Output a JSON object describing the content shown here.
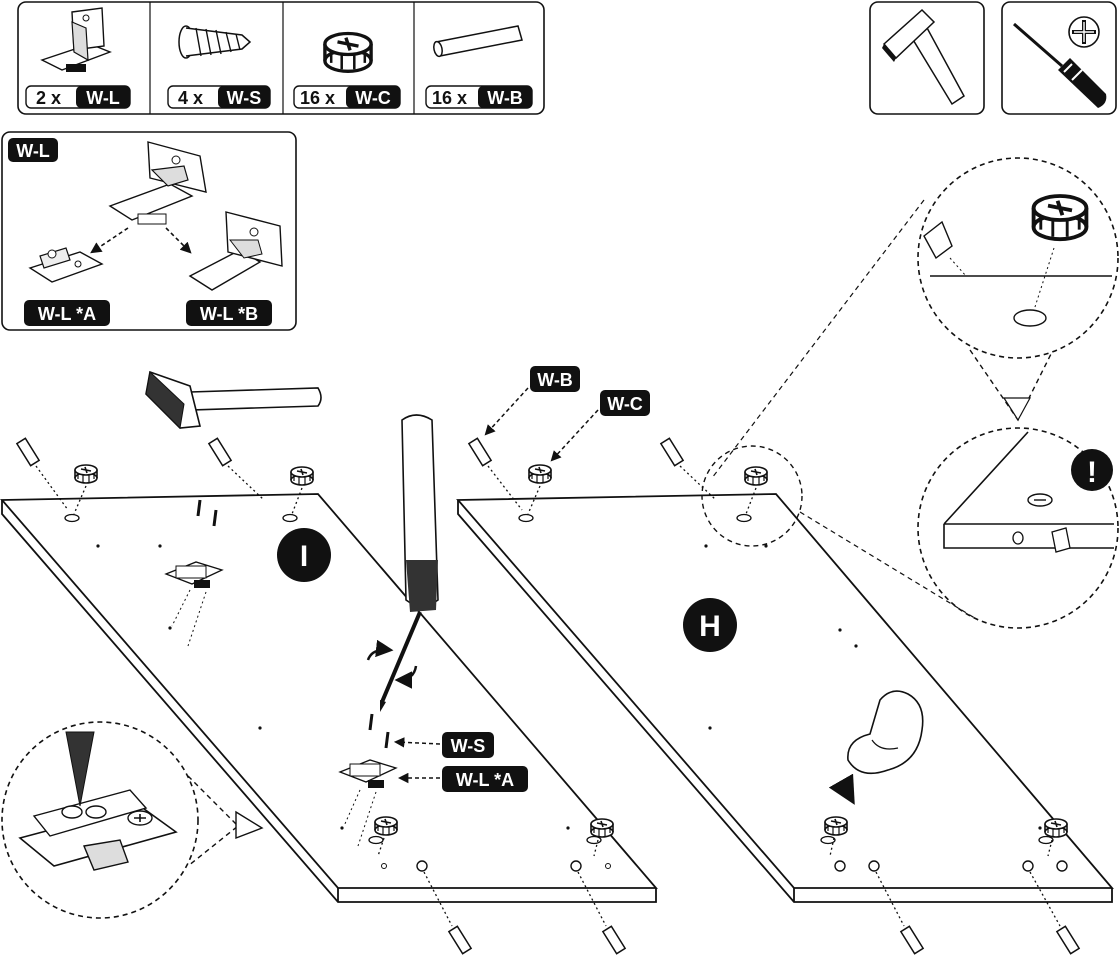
{
  "parts": [
    {
      "qty": "2 x",
      "code": "W-L"
    },
    {
      "qty": "4 x",
      "code": "W-S"
    },
    {
      "qty": "16 x",
      "code": "W-C"
    },
    {
      "qty": "16 x",
      "code": "W-B"
    }
  ],
  "tools": [
    "hammer-icon",
    "phillips-screwdriver-icon"
  ],
  "detail_box": {
    "title": "W-L",
    "variant_a": "W-L *A",
    "variant_b": "W-L *B"
  },
  "callouts": {
    "wb": "W-B",
    "wc": "W-C",
    "ws": "W-S",
    "wla": "W-L *A"
  },
  "panels": {
    "left": "I",
    "right": "H"
  },
  "warning": "!"
}
